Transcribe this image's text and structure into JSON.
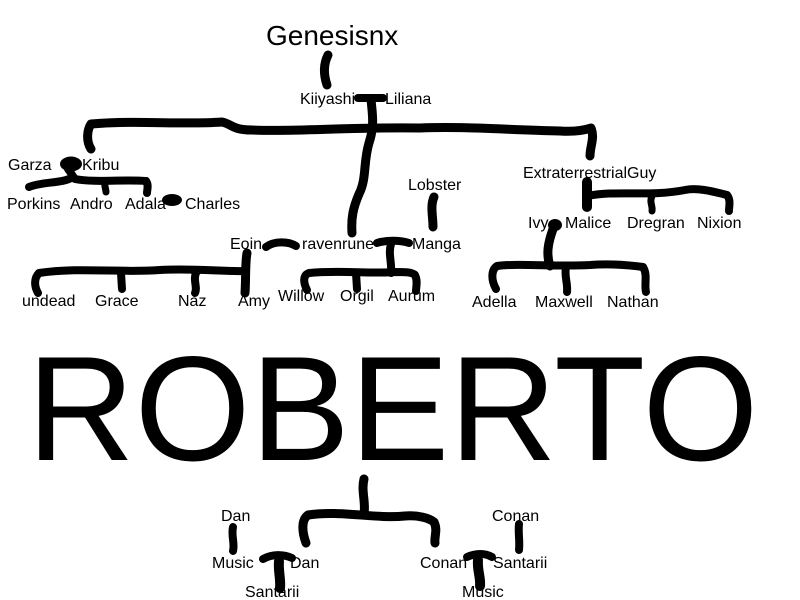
{
  "family_tree": {
    "root": "Genesisnx",
    "gen1_couple": {
      "left": "Kiiyashi",
      "right": "Liliana"
    },
    "left_branch": {
      "couple": {
        "left": "Garza",
        "right": "Kribu"
      },
      "children": [
        "Porkins",
        "Andro",
        "Adala"
      ],
      "partner_of_adala": "Charles"
    },
    "middle_branch": {
      "parent": "Lobster",
      "row": {
        "eoin": "Eoin",
        "ravenrune": "ravenrune",
        "manga": "Manga"
      },
      "eoin_children": [
        "undead",
        "Grace",
        "Naz",
        "Amy"
      ],
      "manga_children": [
        "Willow",
        "Orgil",
        "Aurum"
      ]
    },
    "right_branch": {
      "parent": "ExtraterrestrialGuy",
      "row": {
        "ivy": "Ivy",
        "malice": "Malice",
        "dregran": "Dregran",
        "nixion": "Nixion"
      },
      "ivy_malice_children": [
        "Adella",
        "Maxwell",
        "Nathan"
      ]
    },
    "large_name": "ROBERTO",
    "bottom_left_group": {
      "parent": "Dan",
      "couple": {
        "left": "Music",
        "right": "Dan"
      },
      "child": "Santarii"
    },
    "bottom_right_group": {
      "parent": "Conan",
      "couple": {
        "left": "Conan",
        "right": "Santarii"
      },
      "child": "Music"
    }
  }
}
